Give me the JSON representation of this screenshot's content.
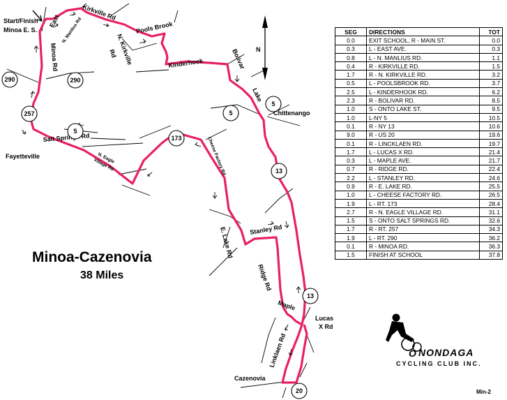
{
  "title": {
    "main": "Minoa-Cazenovia",
    "sub": "38 Miles"
  },
  "start_label": {
    "line1": "Start/Finish",
    "line2": "Minoa E. S."
  },
  "roads": {
    "east": "East",
    "n_manlius": "N. Manlius Rd",
    "kirkville": "Kirkville Rd",
    "minoa": "Minoa Rd",
    "pools_brook": "Pools Brook",
    "n_kirkville_1": "N. Kirkville",
    "n_kirkville_2": "Rd",
    "kinderhook": "Kinderhook",
    "bolivar": "Bolivar",
    "lake": "Lake",
    "salt_springs": "Salt Springs Rd",
    "n_eagle_1": "N. Eagle",
    "n_eagle_2": "Village Rd",
    "cheese_factory": "Cheese Factory Rd",
    "e_lake": "E. Lake Rd",
    "stanley": "Stanley Rd",
    "ridge": "Ridge Rd",
    "maple": "Maple",
    "linklaen": "Linklaen Rd"
  },
  "towns": {
    "fayetteville": "Fayetteville",
    "chittenango": "Chittenango",
    "cazenovia": "Cazenovia",
    "lucas_1": "Lucas",
    "lucas_2": "X Rd"
  },
  "shields": {
    "r290a": "290",
    "r290b": "290",
    "r257": "257",
    "r5a": "5",
    "r5b": "5",
    "r5c": "5",
    "r173": "173",
    "r13a": "13",
    "r13b": "13",
    "r20": "20"
  },
  "north": "N",
  "club": {
    "name": "NONDAGA",
    "initial": "O",
    "tagline": "CYCLING CLUB INC."
  },
  "footer_code": "Min-2",
  "cue_sheet": {
    "headers": {
      "seg": "SEG",
      "dir": "DIRECTIONS",
      "tot": "TOT"
    },
    "rows": [
      {
        "seg": "0.0",
        "dir": "EXIT SCHOOL, R - MAIN ST.",
        "tot": "0.0"
      },
      {
        "seg": "0.3",
        "dir": "L - EAST AVE.",
        "tot": "0.3"
      },
      {
        "seg": "0.8",
        "dir": "L - N. MANLIUS RD.",
        "tot": "1.1"
      },
      {
        "seg": "0.4",
        "dir": "R - KIRKVILLE RD.",
        "tot": "1.5"
      },
      {
        "seg": "1.7",
        "dir": "R - N. KIRKVILLE RD.",
        "tot": "3.2"
      },
      {
        "seg": "0.5",
        "dir": "L - POOLSBROOK RD.",
        "tot": "3.7"
      },
      {
        "seg": "2.5",
        "dir": "L - KINDERHOOK RD.",
        "tot": "6.2"
      },
      {
        "seg": "2.3",
        "dir": "R - BOLIVAR RD.",
        "tot": "8.5"
      },
      {
        "seg": "1.0",
        "dir": "S - ONTO LAKE ST.",
        "tot": "9.5"
      },
      {
        "seg": "1.0",
        "dir": "L-NY 5",
        "tot": "10.5"
      },
      {
        "seg": "0.1",
        "dir": "R - NY 13",
        "tot": "10.6"
      },
      {
        "seg": "9.0",
        "dir": "R - US 20",
        "tot": "19.6"
      },
      {
        "seg": "0.1",
        "dir": "R - LINCKLAEN RD.",
        "tot": "19.7"
      },
      {
        "seg": "1.7",
        "dir": "L - LUCAS X RD.",
        "tot": "21.4"
      },
      {
        "seg": "0.3",
        "dir": "L - MAPLE AVE.",
        "tot": "21.7"
      },
      {
        "seg": "0.7",
        "dir": "R - RIDGE RD.",
        "tot": "22.4"
      },
      {
        "seg": "2.2",
        "dir": "L - STANLEY RD.",
        "tot": "24.6"
      },
      {
        "seg": "0.9",
        "dir": "R - E. LAKE RD.",
        "tot": "25.5"
      },
      {
        "seg": "1.0",
        "dir": "L - CHEESE FACTORY RD.",
        "tot": "26.5"
      },
      {
        "seg": "1.9",
        "dir": "L - RT. 173",
        "tot": "28.4"
      },
      {
        "seg": "2.7",
        "dir": "R - N. EAGLE VILLAGE RD.",
        "tot": "31.1"
      },
      {
        "seg": "1.5",
        "dir": "S - ONTO SALT SPRINGS RD.",
        "tot": "32.6"
      },
      {
        "seg": "1.7",
        "dir": "R - RT. 257",
        "tot": "34.3"
      },
      {
        "seg": "1.9",
        "dir": "L - RT. 290",
        "tot": "36.2"
      },
      {
        "seg": "0.1",
        "dir": "R - MINOA RD.",
        "tot": "36.3"
      },
      {
        "seg": "1.5",
        "dir": "FINISH AT SCHOOL",
        "tot": "37.8"
      }
    ]
  },
  "colors": {
    "route": "#e8215f",
    "road": "#000000",
    "background": "#ffffff"
  }
}
